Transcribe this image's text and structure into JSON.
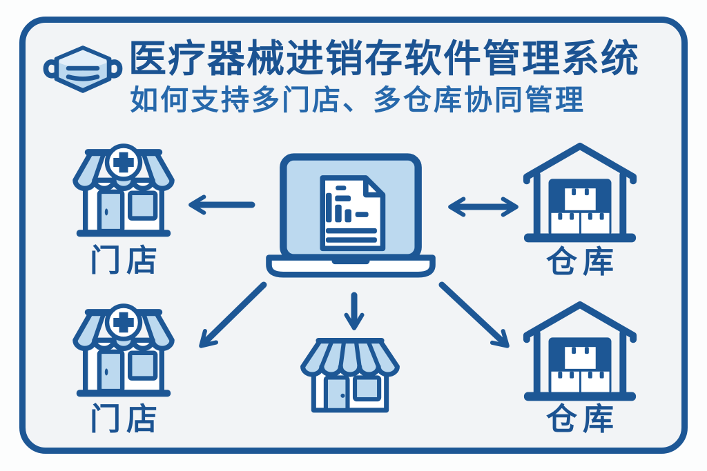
{
  "header": {
    "title": "医疗器械进销存软件管理系统",
    "subtitle": "如何支持多门店、多仓库协同管理",
    "icon": "face-mask-icon"
  },
  "diagram": {
    "center": {
      "icon": "laptop-document-icon",
      "label": ""
    },
    "top_left": {
      "icon": "pharmacy-store-icon",
      "label": "门店"
    },
    "top_right": {
      "icon": "warehouse-icon",
      "label": "仓库"
    },
    "bottom_left": {
      "icon": "pharmacy-store-icon",
      "label": "门店"
    },
    "bottom_center": {
      "icon": "store-icon",
      "label": ""
    },
    "bottom_right": {
      "icon": "warehouse-icon",
      "label": "仓库"
    },
    "arrows": [
      {
        "id": "center-to-top-left-arrow",
        "direction": "left",
        "heads": 1
      },
      {
        "id": "center-to-top-right-arrow",
        "direction": "horizontal",
        "heads": 2
      },
      {
        "id": "center-to-bottom-center-arrow",
        "direction": "down",
        "heads": 1
      },
      {
        "id": "center-to-bottom-left-arrow",
        "direction": "down-left",
        "heads": 1
      },
      {
        "id": "center-to-bottom-right-arrow",
        "direction": "down-right",
        "heads": 1
      }
    ]
  },
  "colors": {
    "stroke": "#1d5795",
    "title_text": "#1b5392",
    "subtitle_text": "#2668ab",
    "fill_light": "#bcd9ef",
    "fill_lighter": "#e3eff9",
    "canvas_bg": "#f2f4f6",
    "outer_bg": "#fcfdfd"
  }
}
